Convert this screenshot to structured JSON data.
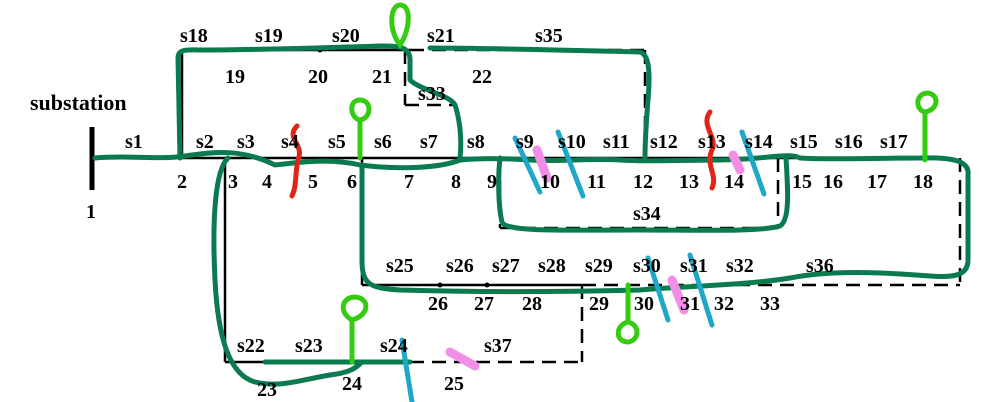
{
  "diagram": {
    "title": "substation",
    "colors": {
      "feeder": "#000000",
      "route": "#0a7a4f",
      "red_mark": "#e2231a",
      "blue_mark": "#1ea7c9",
      "pink_mark": "#f38ee6",
      "green_mark": "#33cc11"
    },
    "switches": [
      "s1",
      "s2",
      "s3",
      "s4",
      "s5",
      "s6",
      "s7",
      "s8",
      "s9",
      "s10",
      "s11",
      "s12",
      "s13",
      "s14",
      "s15",
      "s16",
      "s17",
      "s18",
      "s19",
      "s20",
      "s21",
      "s22",
      "s23",
      "s24",
      "s25",
      "s26",
      "s27",
      "s28",
      "s29",
      "s30",
      "s31",
      "s32",
      "s33",
      "s34",
      "s35",
      "s36",
      "s37"
    ],
    "nodes": [
      "1",
      "2",
      "3",
      "4",
      "5",
      "6",
      "7",
      "8",
      "9",
      "10",
      "11",
      "12",
      "13",
      "14",
      "15",
      "16",
      "17",
      "18",
      "19",
      "20",
      "21",
      "22",
      "23",
      "24",
      "25",
      "26",
      "27",
      "28",
      "29",
      "30",
      "31",
      "32",
      "33"
    ]
  }
}
